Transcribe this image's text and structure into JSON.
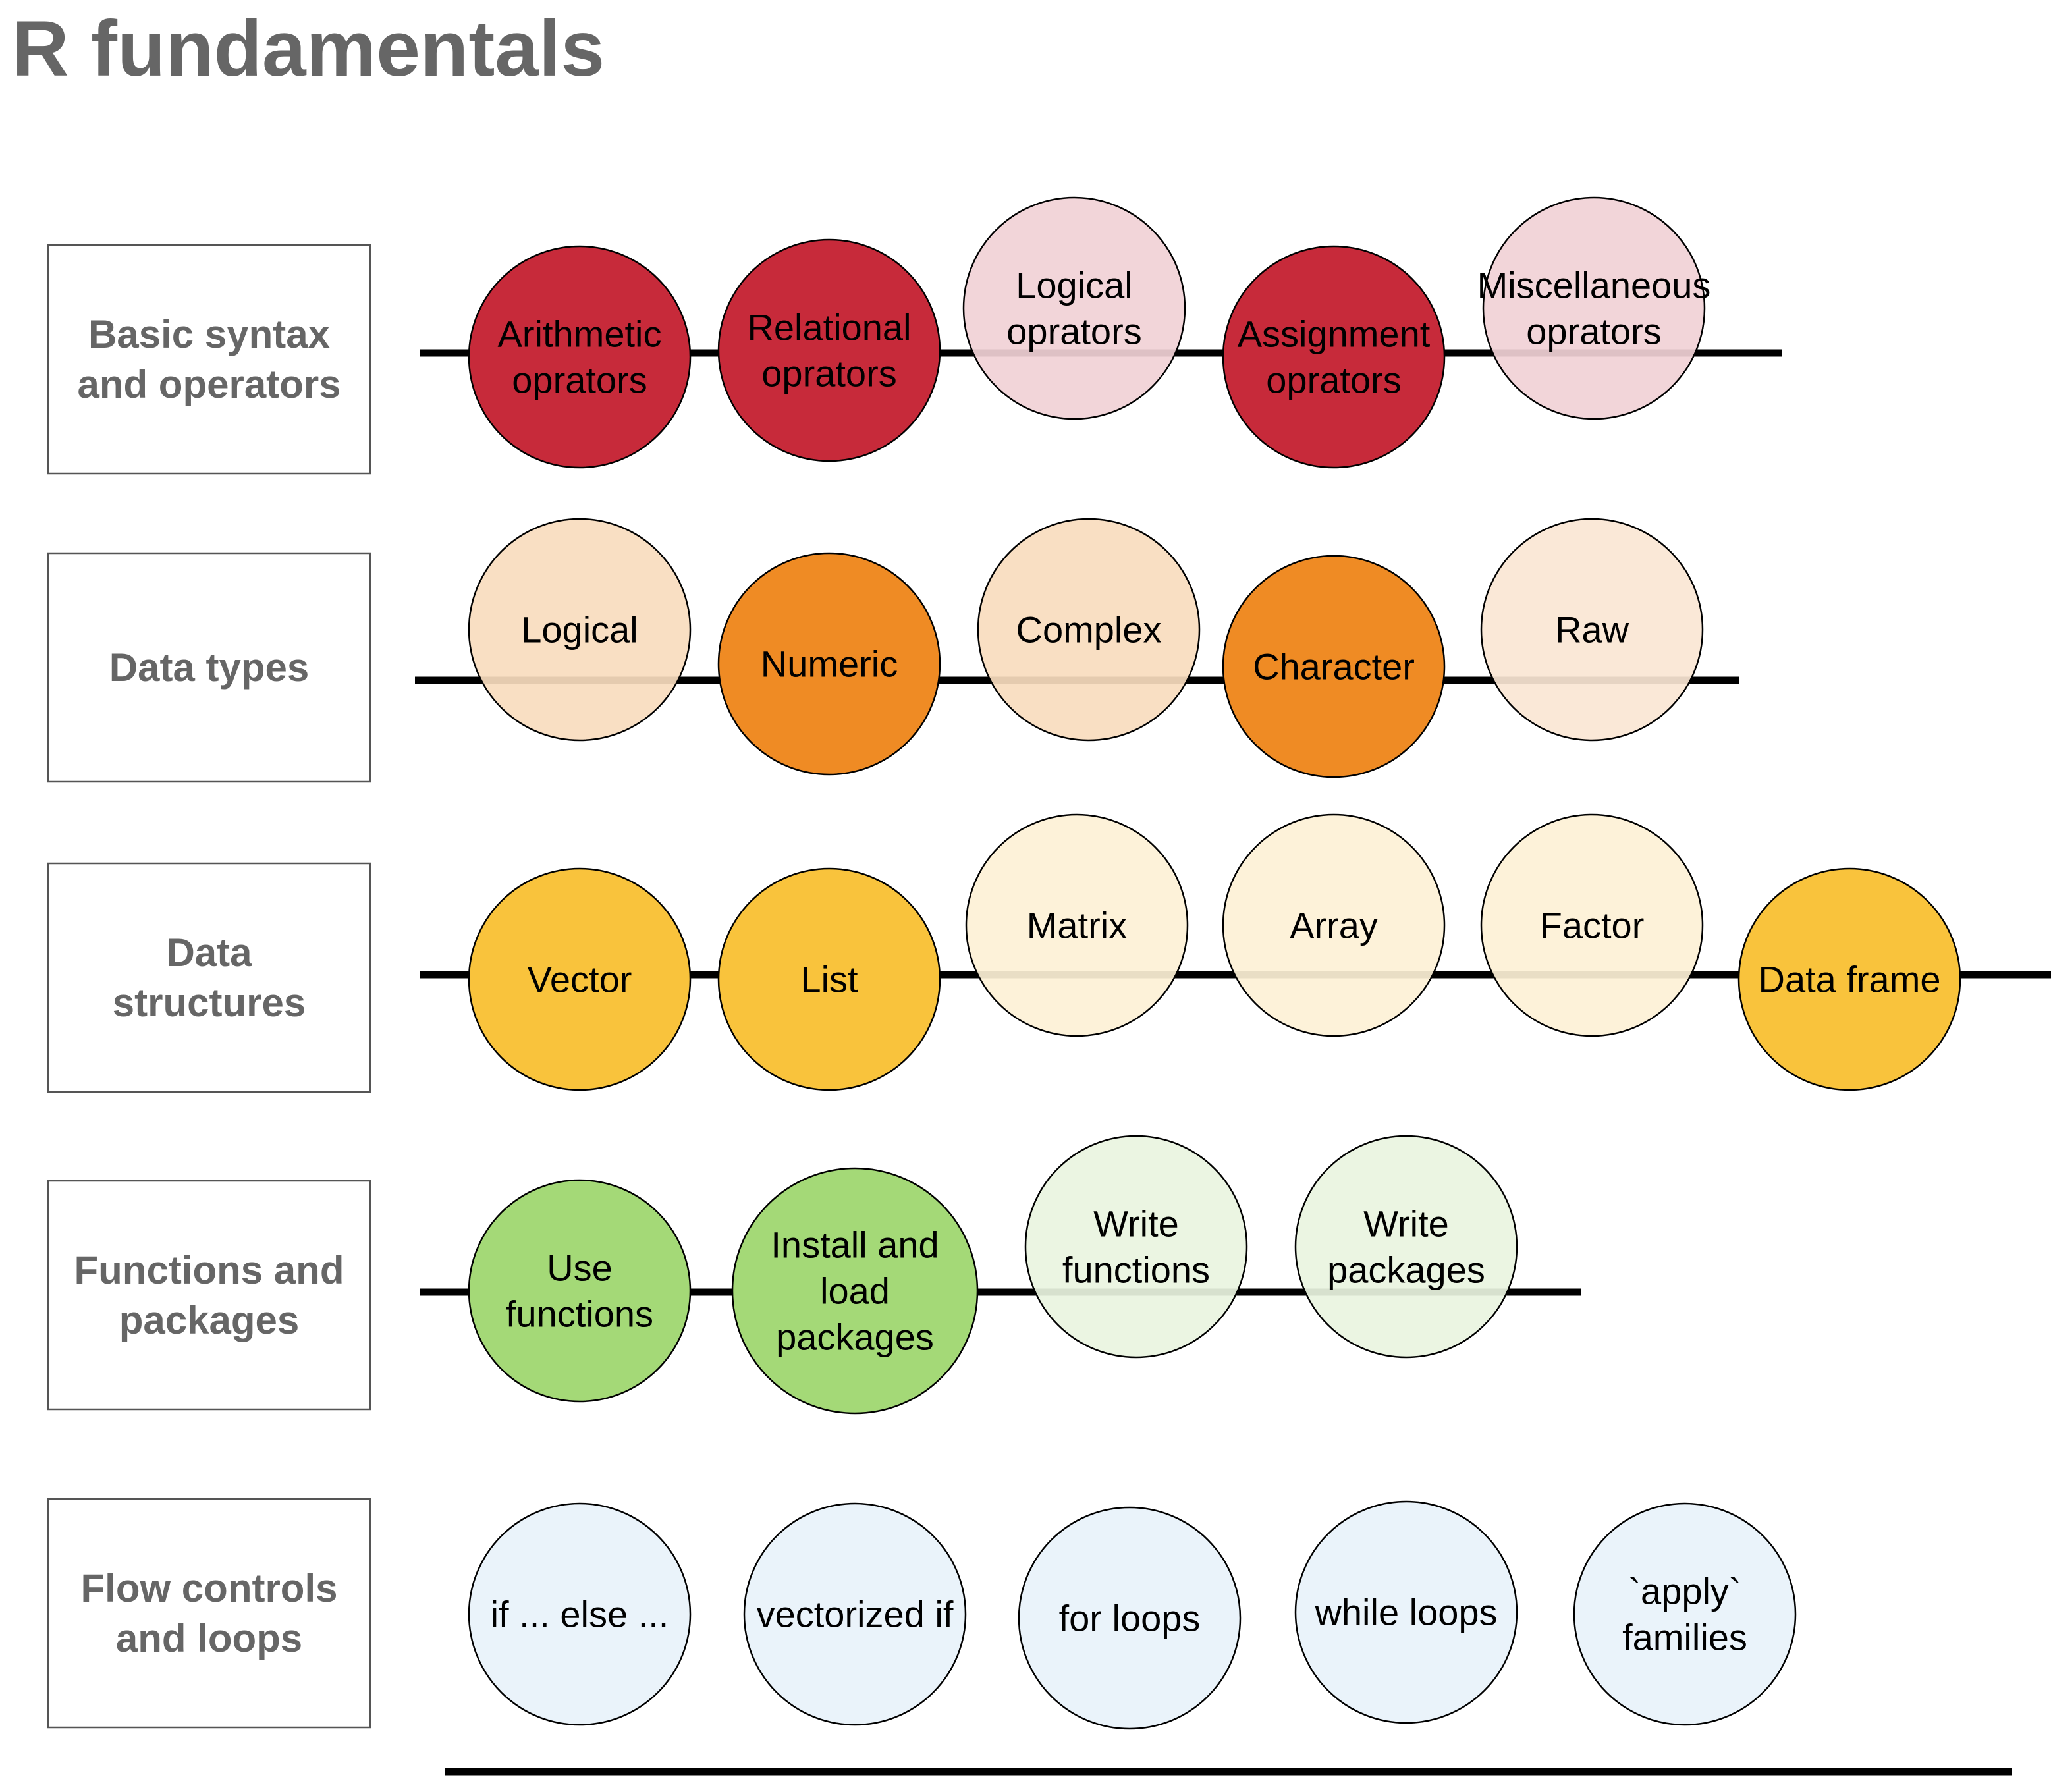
{
  "title": "R fundamentals",
  "colors": {
    "text_gray": "#666666",
    "line": "#000000",
    "red_strong": "#c72a3a",
    "red_light": "#f1d1d6",
    "orange_strong": "#ef8b24",
    "orange_light": "#f9dcbe",
    "orange_pale": "#fae6d4",
    "yellow_strong": "#f9c33c",
    "yellow_light": "#fdf1d6",
    "green_strong": "#a4d977",
    "green_light": "#e9f4df",
    "blue_light": "#e8f2fa"
  },
  "rows": [
    {
      "label": [
        "Basic syntax",
        "and operators"
      ],
      "nodes": [
        {
          "label": [
            "Arithmetic",
            "oprators"
          ],
          "color": "#c72a3a",
          "emphasis": "strong"
        },
        {
          "label": [
            "Relational",
            "oprators"
          ],
          "color": "#c72a3a",
          "emphasis": "strong"
        },
        {
          "label": [
            "Logical",
            "oprators"
          ],
          "color": "#f1d1d6",
          "emphasis": "light"
        },
        {
          "label": [
            "Assignment",
            "oprators"
          ],
          "color": "#c72a3a",
          "emphasis": "strong"
        },
        {
          "label": [
            "Miscellaneous",
            "oprators"
          ],
          "color": "#f1d1d6",
          "emphasis": "light"
        }
      ]
    },
    {
      "label": [
        "Data types"
      ],
      "nodes": [
        {
          "label": [
            "Logical"
          ],
          "color": "#f9dcbe",
          "emphasis": "light"
        },
        {
          "label": [
            "Numeric"
          ],
          "color": "#ef8b24",
          "emphasis": "strong"
        },
        {
          "label": [
            "Complex"
          ],
          "color": "#f9dcbe",
          "emphasis": "light"
        },
        {
          "label": [
            "Character"
          ],
          "color": "#ef8b24",
          "emphasis": "strong"
        },
        {
          "label": [
            "Raw"
          ],
          "color": "#fae6d4",
          "emphasis": "light"
        }
      ]
    },
    {
      "label": [
        "Data",
        "structures"
      ],
      "nodes": [
        {
          "label": [
            "Vector"
          ],
          "color": "#f9c33c",
          "emphasis": "strong"
        },
        {
          "label": [
            "List"
          ],
          "color": "#f9c33c",
          "emphasis": "strong"
        },
        {
          "label": [
            "Matrix"
          ],
          "color": "#fdf1d6",
          "emphasis": "light"
        },
        {
          "label": [
            "Array"
          ],
          "color": "#fdf1d6",
          "emphasis": "light"
        },
        {
          "label": [
            "Factor"
          ],
          "color": "#fdf1d6",
          "emphasis": "light"
        },
        {
          "label": [
            "Data frame"
          ],
          "color": "#f9c33c",
          "emphasis": "strong"
        }
      ]
    },
    {
      "label": [
        "Functions and",
        "packages"
      ],
      "nodes": [
        {
          "label": [
            "Use",
            "functions"
          ],
          "color": "#a4d977",
          "emphasis": "strong"
        },
        {
          "label": [
            "Install and",
            "load",
            "packages"
          ],
          "color": "#a4d977",
          "emphasis": "strong"
        },
        {
          "label": [
            "Write",
            "functions"
          ],
          "color": "#e9f4df",
          "emphasis": "light"
        },
        {
          "label": [
            "Write",
            "packages"
          ],
          "color": "#e9f4df",
          "emphasis": "light"
        }
      ]
    },
    {
      "label": [
        "Flow controls",
        "and loops"
      ],
      "nodes": [
        {
          "label": [
            "if ... else ..."
          ],
          "color": "#e8f2fa",
          "emphasis": "light"
        },
        {
          "label": [
            "vectorized if"
          ],
          "color": "#e8f2fa",
          "emphasis": "light"
        },
        {
          "label": [
            "for loops"
          ],
          "color": "#e8f2fa",
          "emphasis": "light"
        },
        {
          "label": [
            "while loops"
          ],
          "color": "#e8f2fa",
          "emphasis": "light"
        },
        {
          "label": [
            "`apply`",
            "families"
          ],
          "color": "#e8f2fa",
          "emphasis": "light"
        }
      ]
    }
  ]
}
